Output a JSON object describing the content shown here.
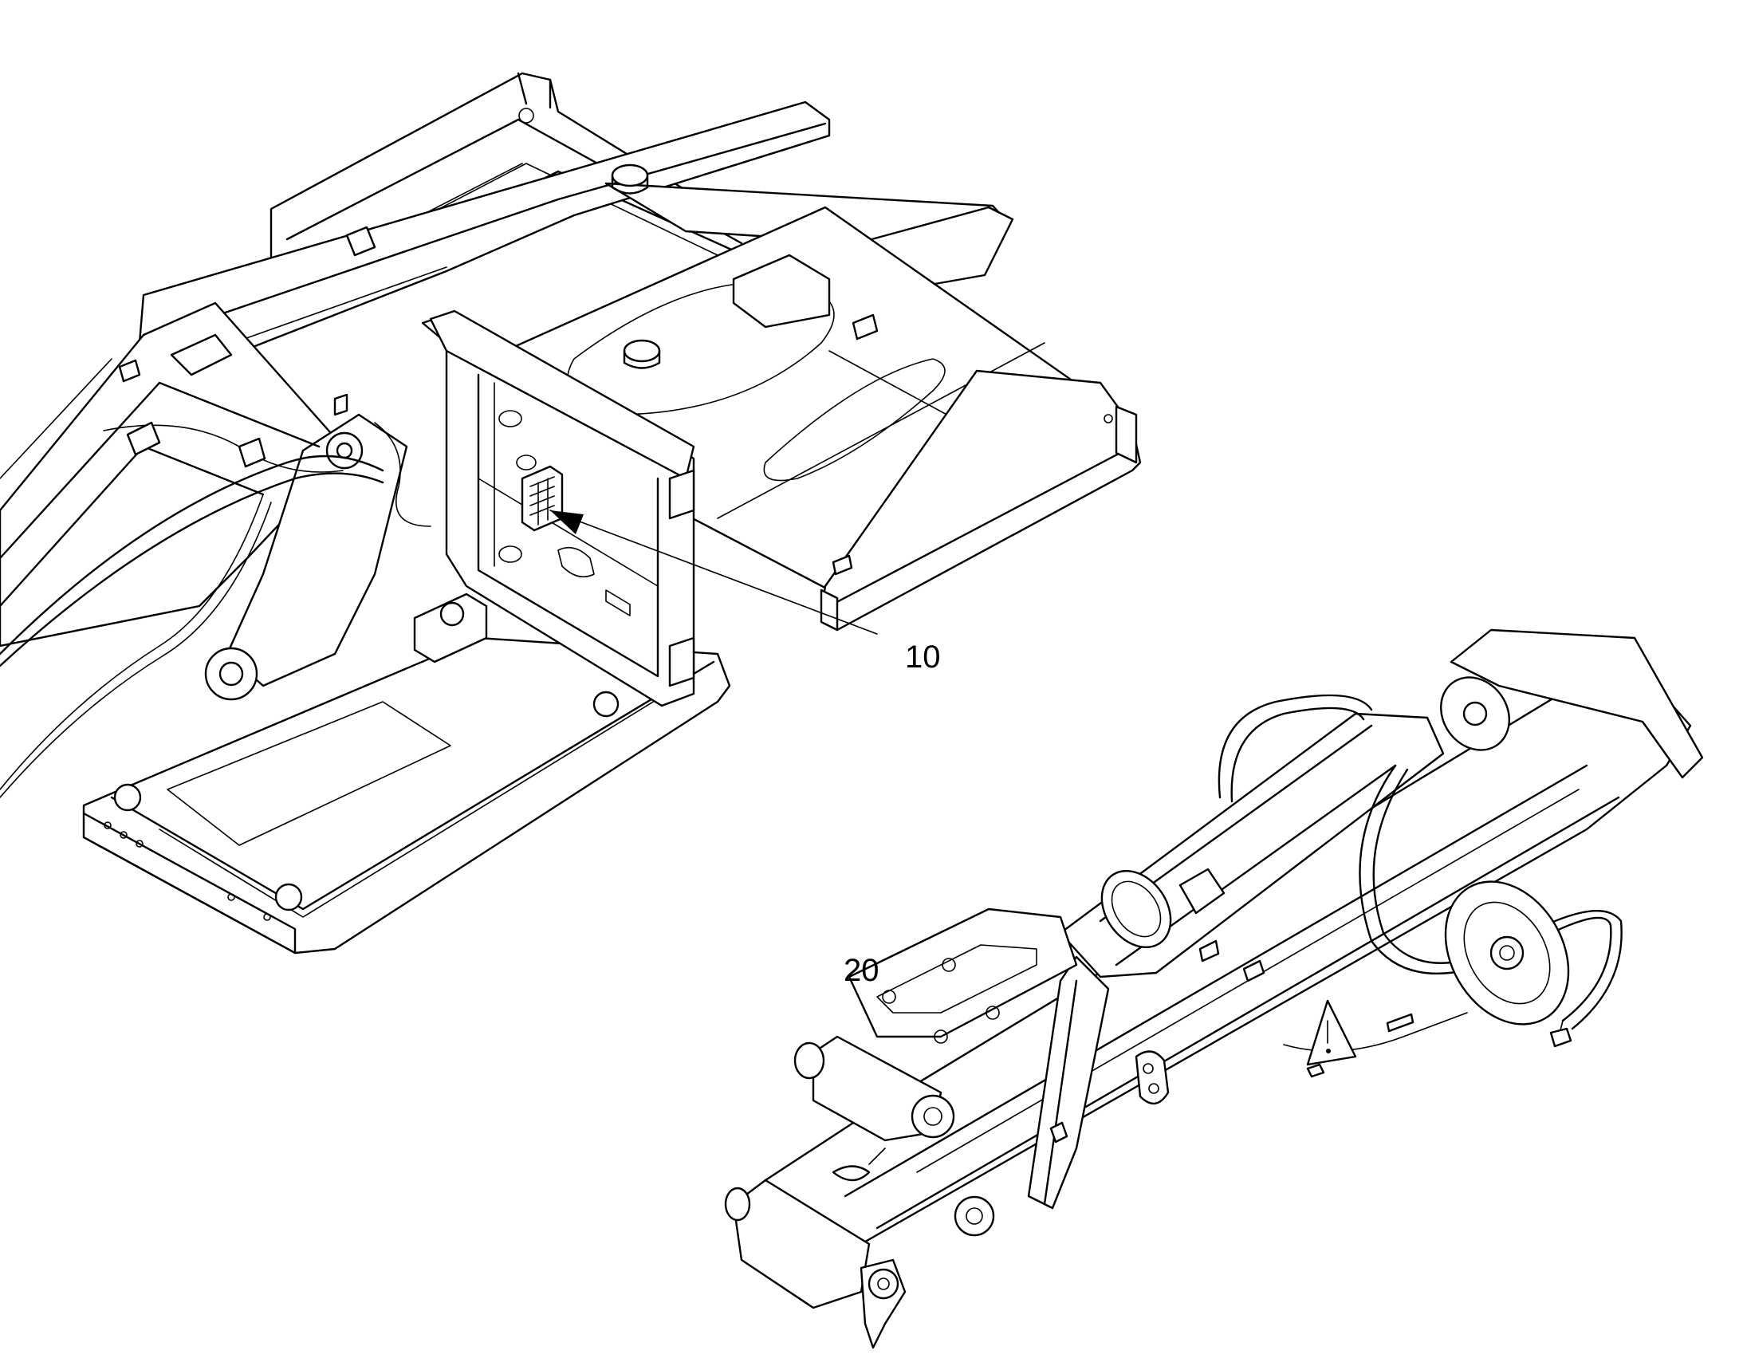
{
  "callouts": [
    {
      "id": "10",
      "label": "10"
    },
    {
      "id": "20",
      "label": "20"
    }
  ],
  "colors": {
    "line": "#000000",
    "background": "#ffffff"
  },
  "icons": [
    "warning-triangle-icon"
  ]
}
